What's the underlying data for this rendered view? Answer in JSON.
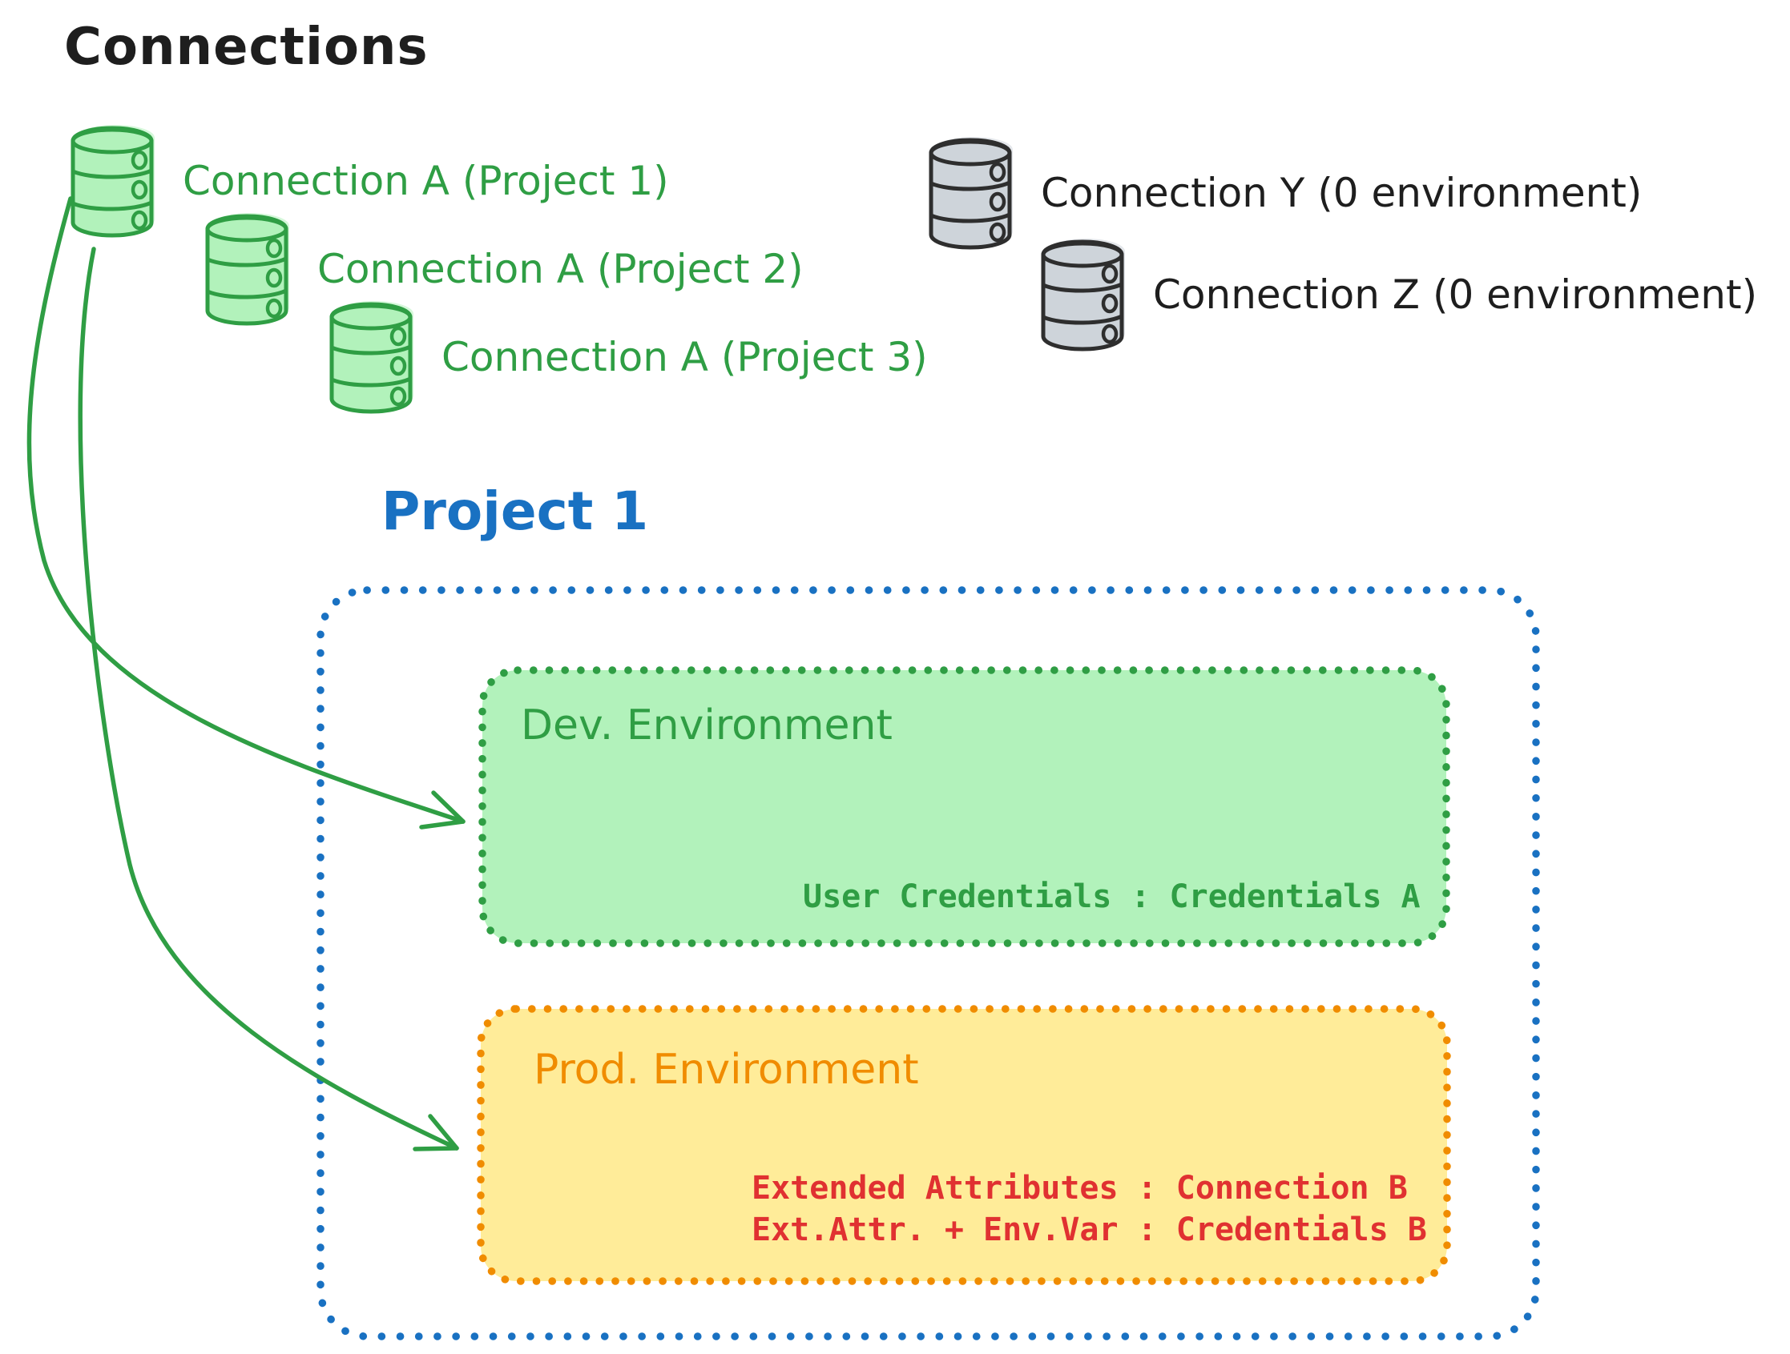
{
  "title": "Connections",
  "connections": {
    "project_a": [
      {
        "label": "Connection A (Project 1)",
        "icon": "database-icon"
      },
      {
        "label": "Connection A (Project 2)",
        "icon": "database-icon"
      },
      {
        "label": "Connection A (Project 3)",
        "icon": "database-icon"
      }
    ],
    "unassigned": [
      {
        "label": "Connection Y (0 environment)",
        "icon": "database-icon"
      },
      {
        "label": "Connection Z (0 environment)",
        "icon": "database-icon"
      }
    ]
  },
  "project": {
    "title": "Project 1",
    "environments": [
      {
        "name": "Dev. Environment",
        "mappings": [
          "User Credentials : Credentials A"
        ]
      },
      {
        "name": "Prod. Environment",
        "mappings": [
          "Extended Attributes : Connection B",
          "Ext.Attr. + Env.Var : Credentials B"
        ]
      }
    ]
  },
  "colors": {
    "ink": "#1e1e1e",
    "green_stroke": "#2f9e44",
    "green_fill": "#b2f2bb",
    "blue": "#1971c2",
    "orange": "#f08c00",
    "yellow_fill": "#ffec99",
    "red": "#e03131",
    "gray_fill": "#ced4da"
  }
}
